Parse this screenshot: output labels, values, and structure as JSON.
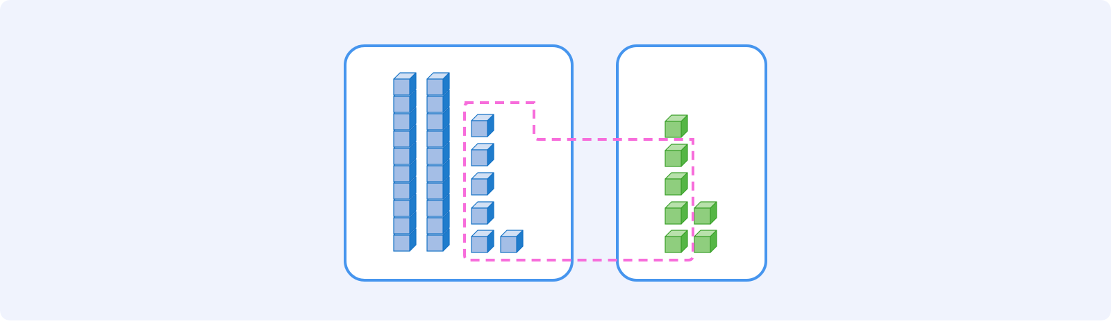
{
  "colors": {
    "background": "#f0f3fd",
    "panel_fill": "#ffffff",
    "panel_border": "#4695ee",
    "blue_front": "#a4bee6",
    "blue_top": "#d2e0f4",
    "blue_side": "#1f7ccc",
    "blue_stroke": "#1572c5",
    "green_front": "#8fce7e",
    "green_top": "#b8e1ab",
    "green_side": "#55b645",
    "green_stroke": "#3aa02a",
    "group_outline": "#f76ddb"
  },
  "blocks": {
    "left_panel": {
      "tens_rods": 2,
      "units_per_rod": 10,
      "unit_cubes": 6
    },
    "right_panel": {
      "unit_cubes": 7
    }
  },
  "grouping": {
    "outline_style": "dashed",
    "grouped_cubes": 10
  }
}
